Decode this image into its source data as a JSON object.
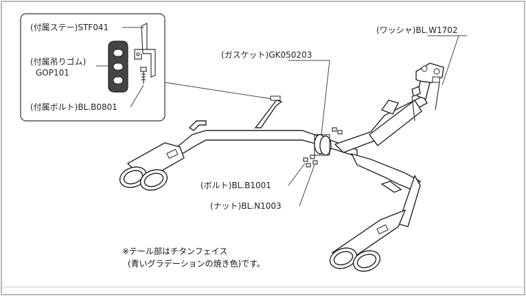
{
  "labels": {
    "stay": "(付属ステー)STF041",
    "rubber_line1": "(付属吊りゴム)",
    "rubber_line2": "GOP101",
    "bolt_small": "(付属ボルト)BL.B0801",
    "gasket": "(ガスケット)GK050203",
    "washer": "(ワッシャ)BL.W1702",
    "bolt": "(ボルト)BL.B1001",
    "nut": "(ナット)BL.N1003"
  },
  "note": {
    "line1": "※テール部はチタンフェイス",
    "line2": "(青いグラデーションの焼き色)です。"
  },
  "colors": {
    "border": "#b8b8b8",
    "line": "#222222",
    "rubber": "#444444"
  }
}
